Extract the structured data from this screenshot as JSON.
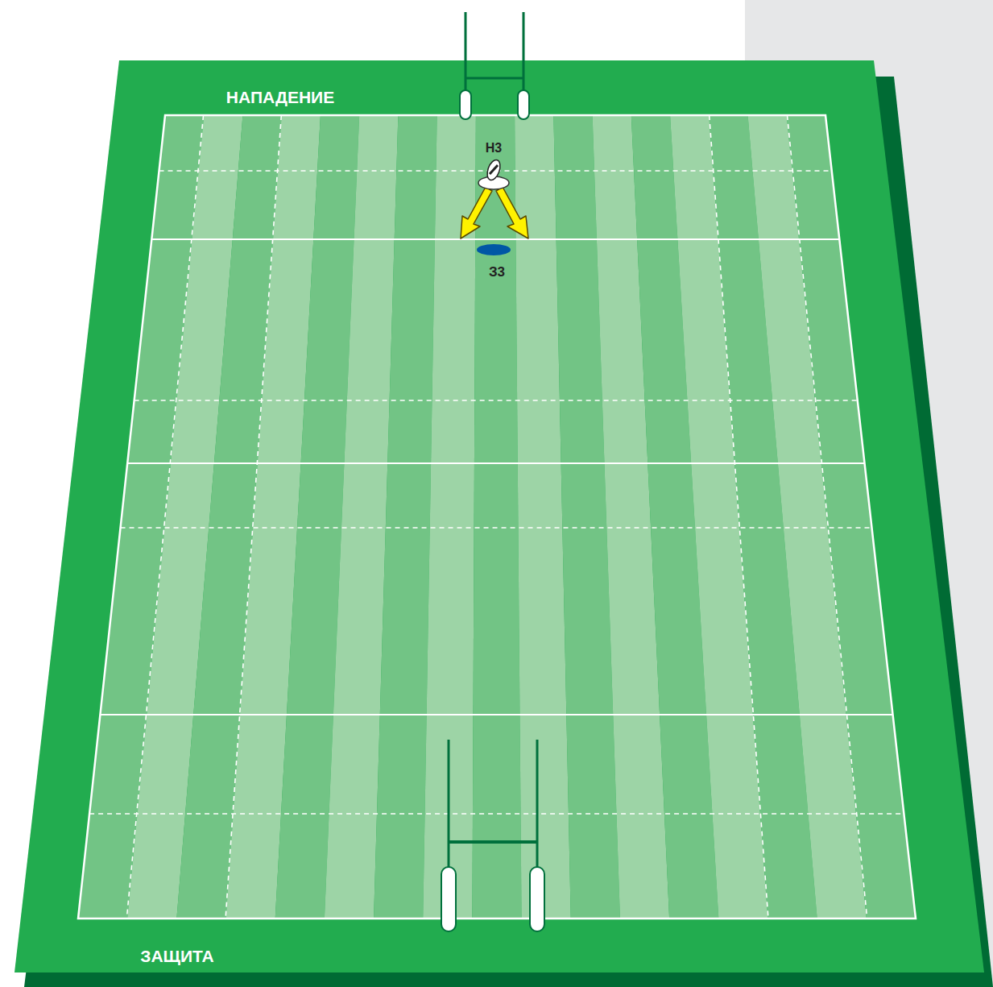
{
  "diagram": {
    "labels": [
      "НАПАДЕНИЕ",
      "Н3",
      "З3",
      "ЗАЩИТА"
    ]
  }
}
